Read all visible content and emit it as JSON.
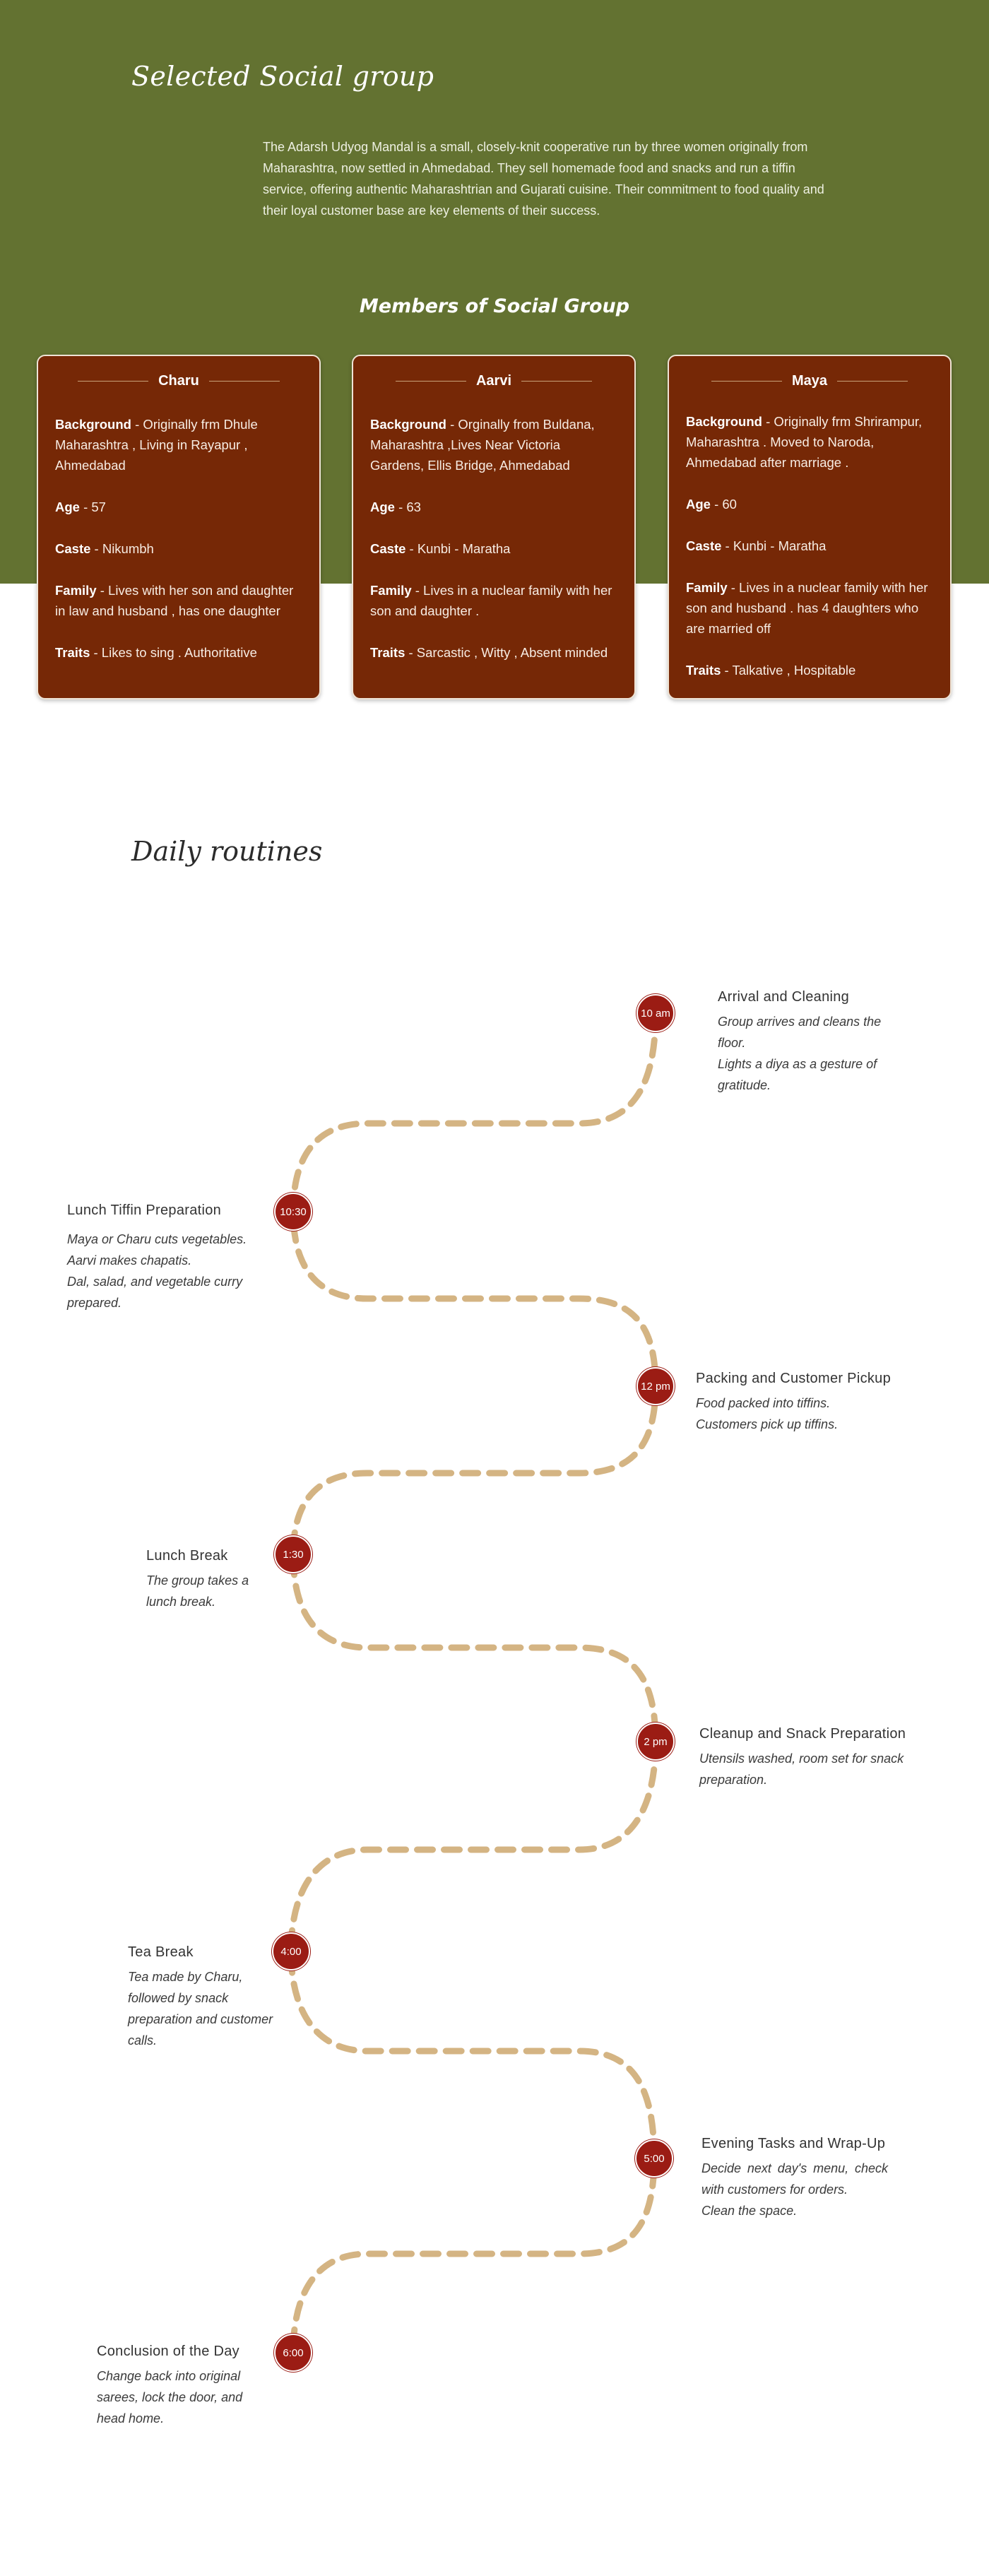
{
  "header": {
    "title": "Selected Social group",
    "intro": "The Adarsh Udyog Mandal is a small, closely-knit cooperative run by three women originally from Maharashtra, now settled in Ahmedabad. They sell homemade food and snacks and run a tiffin service, offering authentic Maharashtrian and Gujarati cuisine. Their commitment to food quality and their loyal customer base are key elements of their success."
  },
  "members": {
    "title": "Members of Social Group",
    "cards": [
      {
        "name": "Charu",
        "background_label": "Background",
        "background": " - Originally frm Dhule Maharashtra , Living in Rayapur , Ahmedabad",
        "age_label": "Age",
        "age": " - 57",
        "caste_label": "Caste",
        "caste": " - Nikumbh",
        "family_label": "Family",
        "family": " - Lives with her son and daughter in law and husband , has one daughter",
        "traits_label": "Traits",
        "traits": " - Likes to sing . Authoritative"
      },
      {
        "name": "Aarvi",
        "background_label": "Background",
        "background": " - Orginally from Buldana, Maharashtra ,Lives Near Victoria Gardens, Ellis Bridge, Ahmedabad",
        "age_label": "Age",
        "age": " - 63",
        "caste_label": "Caste",
        "caste": " - Kunbi - Maratha",
        "family_label": "Family",
        "family": " - Lives in a nuclear family with her son and daughter .",
        "traits_label": "Traits",
        "traits": " - Sarcastic , Witty , Absent minded"
      },
      {
        "name": "Maya",
        "background_label": "Background",
        "background": " - Originally frm Shrirampur, Maharashtra . Moved to Naroda, Ahmedabad after marriage .",
        "age_label": "Age",
        "age": " - 60",
        "caste_label": "Caste",
        "caste": " - Kunbi - Maratha",
        "family_label": "Family",
        "family": " - Lives in a nuclear family with her son and husband . has 4 daughters who are married off",
        "traits_label": "Traits",
        "traits": " - Talkative , Hospitable"
      }
    ]
  },
  "routines": {
    "title": "Daily routines",
    "colors": {
      "dot": "#9b1c14",
      "path": "#d4b483"
    },
    "items": [
      {
        "time": "10 am",
        "title": "Arrival and Cleaning",
        "lines": [
          "Group arrives and cleans the floor.",
          "Lights a diya as a gesture of gratitude."
        ]
      },
      {
        "time": "10:30",
        "title": "Lunch Tiffin Preparation",
        "lines": [
          "Maya or Charu cuts vegetables.",
          "Aarvi makes chapatis.",
          "Dal, salad, and vegetable curry prepared."
        ]
      },
      {
        "time": "12 pm",
        "title": "Packing and Customer Pickup",
        "lines": [
          "Food packed into tiffins.",
          "Customers pick up tiffins."
        ]
      },
      {
        "time": "1:30",
        "title": "Lunch Break",
        "lines": [
          "The group takes a lunch break."
        ]
      },
      {
        "time": "2 pm",
        "title": "Cleanup and Snack Preparation",
        "lines": [
          "Utensils washed, room set for snack preparation."
        ]
      },
      {
        "time": "4:00",
        "title": "Tea Break",
        "lines": [
          "Tea made by Charu, followed by snack preparation and customer calls."
        ]
      },
      {
        "time": "5:00",
        "title": "Evening Tasks and Wrap-Up",
        "lines": [
          "Decide next day's menu, check with customers for orders.",
          "Clean the space."
        ]
      },
      {
        "time": "6:00",
        "title": "Conclusion of the Day",
        "lines": [
          "Change back into original sarees, lock the door, and head home."
        ]
      }
    ]
  }
}
